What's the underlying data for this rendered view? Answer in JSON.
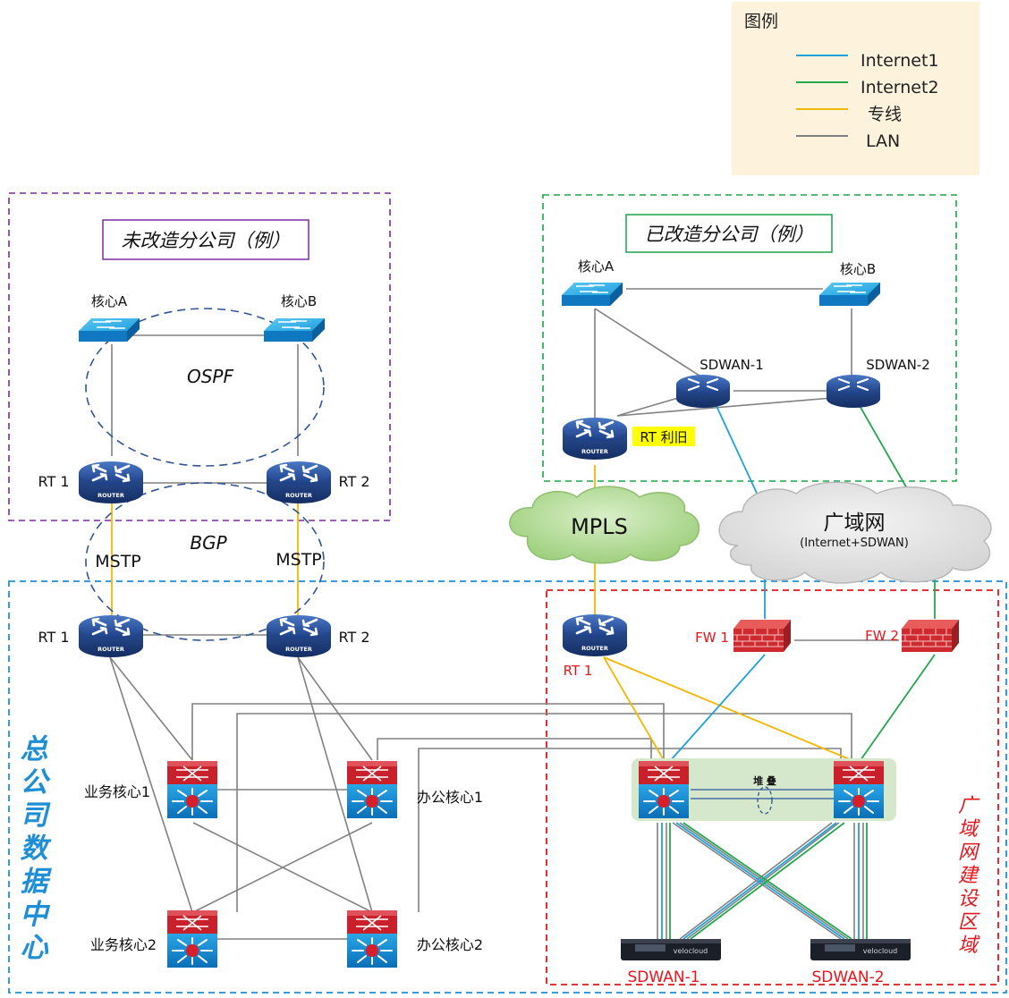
{
  "legend": {
    "title": "图例",
    "items": [
      {
        "label": "Internet1",
        "color": "#1ea1db"
      },
      {
        "label": "Internet2",
        "color": "#22a84b"
      },
      {
        "label": "专线",
        "color": "#f2b705"
      },
      {
        "label": "LAN",
        "color": "#808080"
      }
    ]
  },
  "colors": {
    "internet1": "#1ea1db",
    "internet2": "#22a84b",
    "leased": "#f2b705",
    "lan": "#808080",
    "old_branch_border": "#7b2c9e",
    "new_branch_border": "#1aa34a",
    "hq_border": "#1e8fd6",
    "wan_area_border": "#e8141b"
  },
  "old_branch": {
    "title": "未改造分公司（例）",
    "core_a": "核心A",
    "core_b": "核心B",
    "ospf": "OSPF",
    "rt1": "RT 1",
    "rt2": "RT 2"
  },
  "links": {
    "bgp": "BGP",
    "mstp_left": "MSTP",
    "mstp_right": "MSTP"
  },
  "new_branch": {
    "title": "已改造分公司（例）",
    "core_a": "核心A",
    "core_b": "核心B",
    "sdwan1": "SDWAN-1",
    "sdwan2": "SDWAN-2",
    "rt_reuse": "RT 利旧"
  },
  "clouds": {
    "mpls": "MPLS",
    "wan": "广域网",
    "wan_sub": "(Internet+SDWAN)"
  },
  "hq": {
    "title": "总公司数据中心",
    "rt1": "RT 1",
    "rt2": "RT 2",
    "biz_core1": "业务核心1",
    "office_core1": "办公核心1",
    "biz_core2": "业务核心2",
    "office_core2": "办公核心2"
  },
  "wan_area": {
    "title": "广域网建设区域",
    "rt1": "RT 1",
    "fw1": "FW 1",
    "fw2": "FW 2",
    "stack": "堆  叠",
    "sdwan1": "SDWAN-1",
    "sdwan2": "SDWAN-2",
    "device_brand": "velocloud"
  },
  "icons": {
    "router": "ROUTER",
    "switch": "workgroup-switch-icon",
    "l3switch": "multilayer-switch-icon",
    "firewall": "firewall-icon",
    "sdwan_appliance": "sdwan-appliance-icon"
  }
}
